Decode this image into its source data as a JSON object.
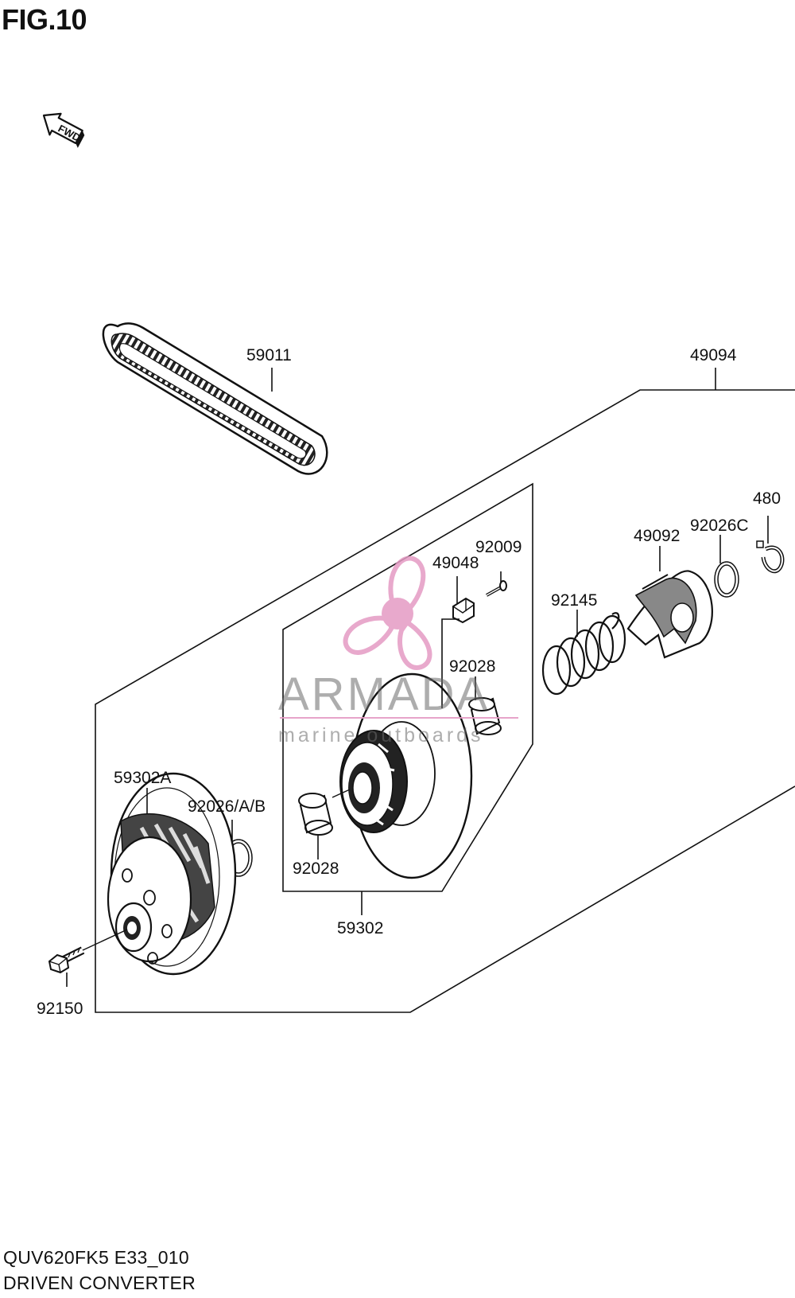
{
  "figure": {
    "title": "FIG.10",
    "model_code": "QUV620FK5 E33_010",
    "section_name": "DRIVEN CONVERTER"
  },
  "direction_marker": {
    "label": "FWD",
    "icon": "fwd-arrow-icon"
  },
  "watermark": {
    "brand": "ARMADA",
    "tagline": "marine outboards",
    "color": "#e59bc4"
  },
  "parts": {
    "belt": "59011",
    "converter_assembly": "49094",
    "circlip": "480",
    "cam_washer": "92026C",
    "cam": "49092",
    "spring": "92145",
    "slider": "49048",
    "screw": "92009",
    "bushing_upper": "92028",
    "bushing_lower": "92028",
    "movable_sheave": "59302",
    "fixed_sheave": "59302A",
    "washer_ab": "92026/A/B",
    "bolt": "92150"
  }
}
